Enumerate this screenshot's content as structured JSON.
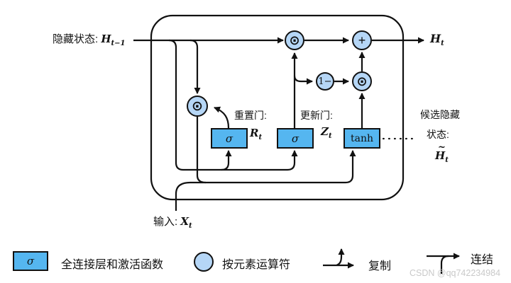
{
  "diagram": {
    "hidden_state": {
      "label": "隐藏状态:",
      "var_base": "H",
      "var_sub": "t−1"
    },
    "output": {
      "var_base": "H",
      "var_sub": "t"
    },
    "input": {
      "label": "输入:",
      "var_base": "X",
      "var_sub": "t"
    },
    "reset_gate": {
      "label": "重置门:",
      "box": "σ",
      "var_base": "R",
      "var_sub": "t"
    },
    "update_gate": {
      "label": "更新门:",
      "box": "σ",
      "var_base": "Z",
      "var_sub": "t"
    },
    "candidate": {
      "label_line1": "候选隐藏",
      "label_line2": "状态:",
      "box": "tanh",
      "tilde": "~",
      "var_base": "H",
      "var_sub": "t"
    },
    "operators": {
      "elementwise": "⊙",
      "add": "+",
      "one_minus": "1−"
    }
  },
  "legend": {
    "sigma_box": "σ",
    "fc_label": "全连接层和激活函数",
    "elementwise_label": "按元素运算符",
    "copy_label": "复制",
    "concat_label": "连结"
  },
  "watermark": "CSDN @qq742234984",
  "colors": {
    "gate_fill": "#55B6F0",
    "op_fill": "#B5D6F6",
    "line": "#111111",
    "watermark": "#C9C9C9"
  }
}
